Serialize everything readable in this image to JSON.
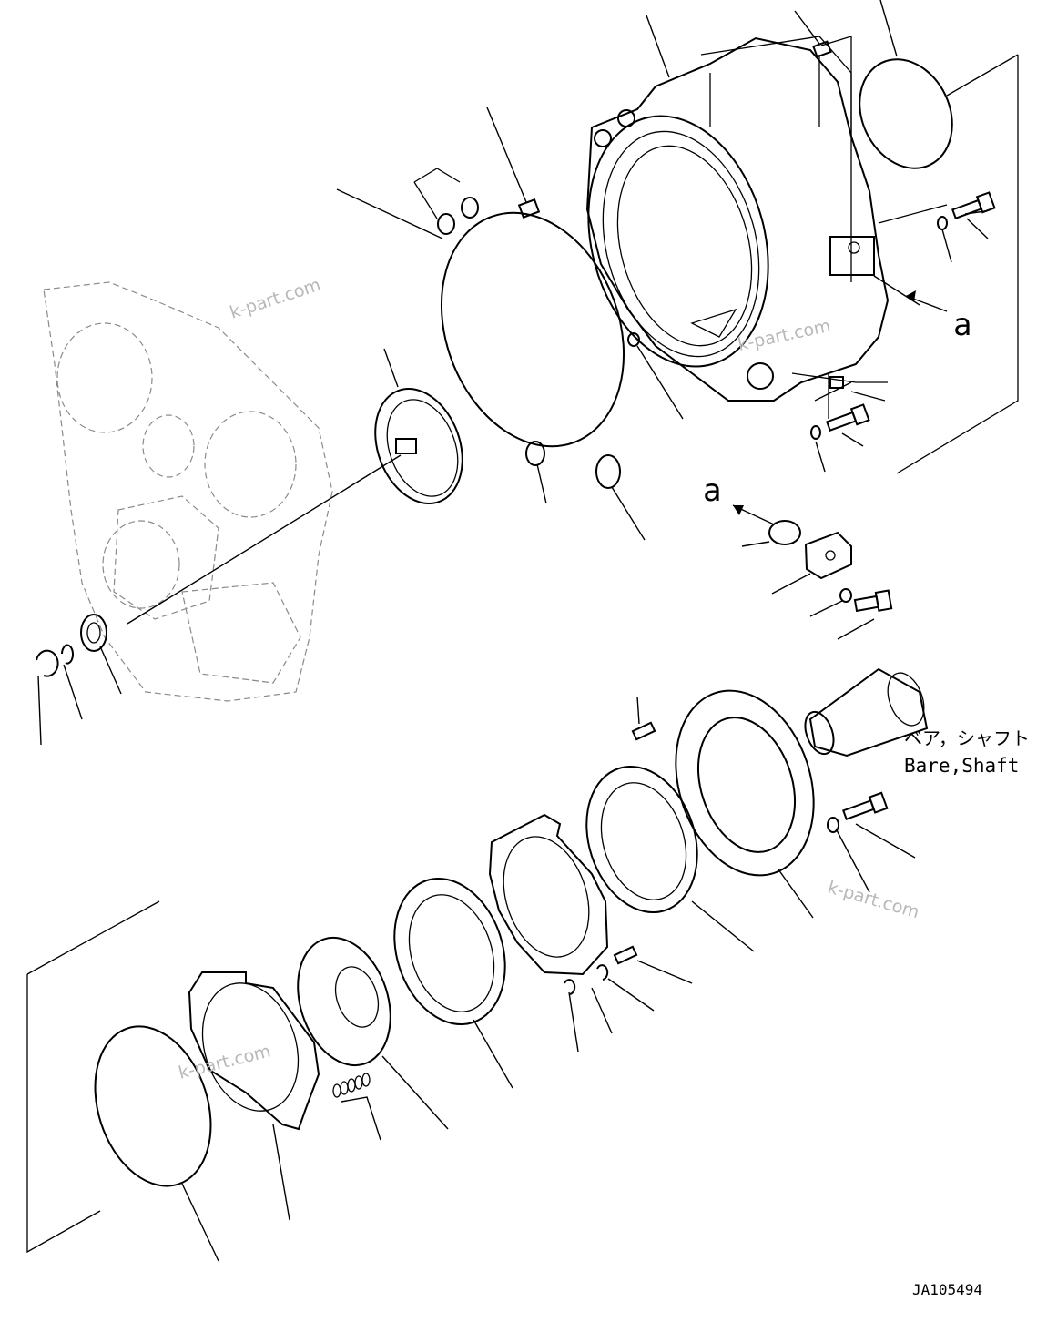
{
  "diagram": {
    "callout_a_top": "a",
    "callout_a_bottom": "a",
    "note_jp": "ベア，シャフト",
    "note_en": "Bare,Shaft",
    "drawing_no": "JA105494",
    "watermarks": [
      "k-part.com",
      "k-part.com",
      "k-part.com",
      "k-part.com"
    ]
  }
}
